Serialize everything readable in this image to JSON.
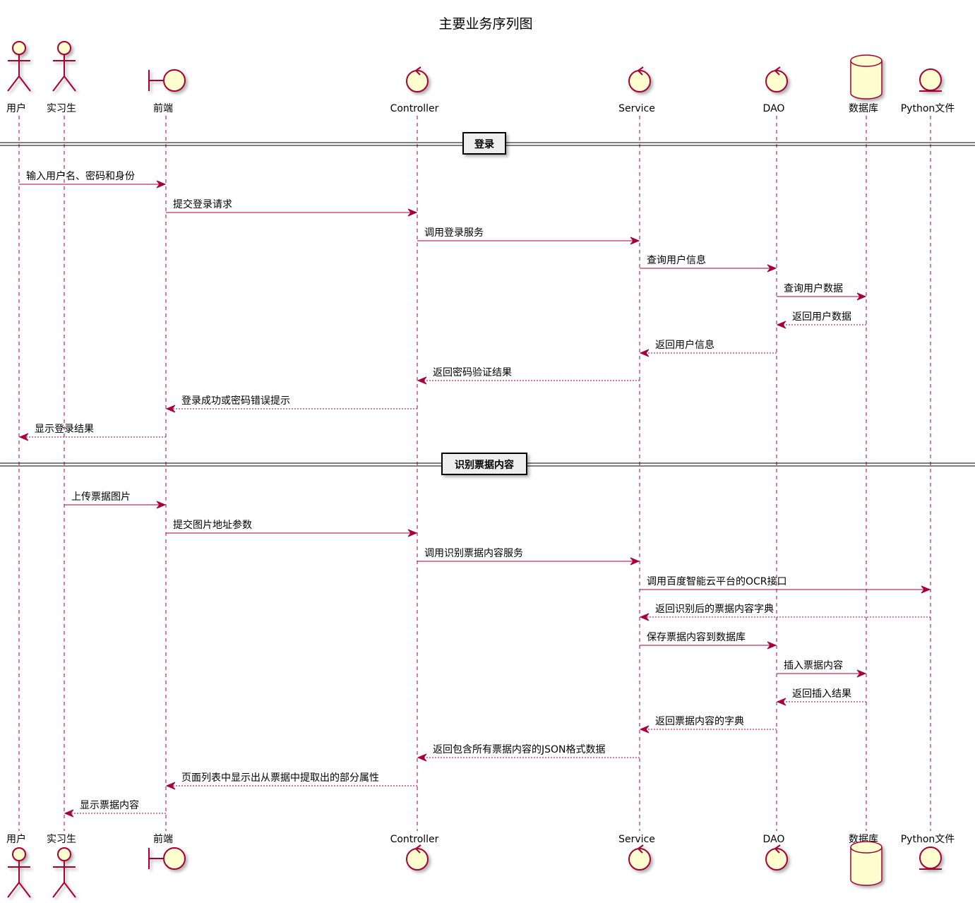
{
  "title": "主要业务序列图",
  "colors": {
    "line": "#A80036",
    "fill": "#FEFECE",
    "text": "#000000"
  },
  "participants": [
    {
      "id": "user",
      "name": "用户",
      "kind": "actor"
    },
    {
      "id": "intern",
      "name": "实习生",
      "kind": "actor"
    },
    {
      "id": "frontend",
      "name": "前端",
      "kind": "boundary"
    },
    {
      "id": "controller",
      "name": "Controller",
      "kind": "control"
    },
    {
      "id": "service",
      "name": "Service",
      "kind": "control"
    },
    {
      "id": "dao",
      "name": "DAO",
      "kind": "control"
    },
    {
      "id": "db",
      "name": "数据库",
      "kind": "database"
    },
    {
      "id": "python",
      "name": "Python文件",
      "kind": "entity"
    }
  ],
  "sections": [
    {
      "title": "登录",
      "messages": [
        {
          "from": "user",
          "to": "frontend",
          "text": "输入用户名、密码和身份",
          "style": "sync"
        },
        {
          "from": "frontend",
          "to": "controller",
          "text": "提交登录请求",
          "style": "sync"
        },
        {
          "from": "controller",
          "to": "service",
          "text": "调用登录服务",
          "style": "sync"
        },
        {
          "from": "service",
          "to": "dao",
          "text": "查询用户信息",
          "style": "sync"
        },
        {
          "from": "dao",
          "to": "db",
          "text": "查询用户数据",
          "style": "sync"
        },
        {
          "from": "db",
          "to": "dao",
          "text": "返回用户数据",
          "style": "return"
        },
        {
          "from": "dao",
          "to": "service",
          "text": "返回用户信息",
          "style": "return"
        },
        {
          "from": "service",
          "to": "controller",
          "text": "返回密码验证结果",
          "style": "return"
        },
        {
          "from": "controller",
          "to": "frontend",
          "text": "登录成功或密码错误提示",
          "style": "return"
        },
        {
          "from": "frontend",
          "to": "user",
          "text": "显示登录结果",
          "style": "return"
        }
      ]
    },
    {
      "title": "识别票据内容",
      "messages": [
        {
          "from": "intern",
          "to": "frontend",
          "text": "上传票据图片",
          "style": "sync"
        },
        {
          "from": "frontend",
          "to": "controller",
          "text": "提交图片地址参数",
          "style": "sync"
        },
        {
          "from": "controller",
          "to": "service",
          "text": "调用识别票据内容服务",
          "style": "sync"
        },
        {
          "from": "service",
          "to": "python",
          "text": "调用百度智能云平台的OCR接口",
          "style": "sync"
        },
        {
          "from": "python",
          "to": "service",
          "text": "返回识别后的票据内容字典",
          "style": "return"
        },
        {
          "from": "service",
          "to": "dao",
          "text": "保存票据内容到数据库",
          "style": "sync"
        },
        {
          "from": "dao",
          "to": "db",
          "text": "插入票据内容",
          "style": "sync"
        },
        {
          "from": "db",
          "to": "dao",
          "text": "返回插入结果",
          "style": "return"
        },
        {
          "from": "dao",
          "to": "service",
          "text": "返回票据内容的字典",
          "style": "return"
        },
        {
          "from": "service",
          "to": "controller",
          "text": "返回包含所有票据内容的JSON格式数据",
          "style": "return"
        },
        {
          "from": "controller",
          "to": "frontend",
          "text": "页面列表中显示出从票据中提取出的部分属性",
          "style": "return"
        },
        {
          "from": "frontend",
          "to": "intern",
          "text": "显示票据内容",
          "style": "return"
        }
      ]
    }
  ]
}
